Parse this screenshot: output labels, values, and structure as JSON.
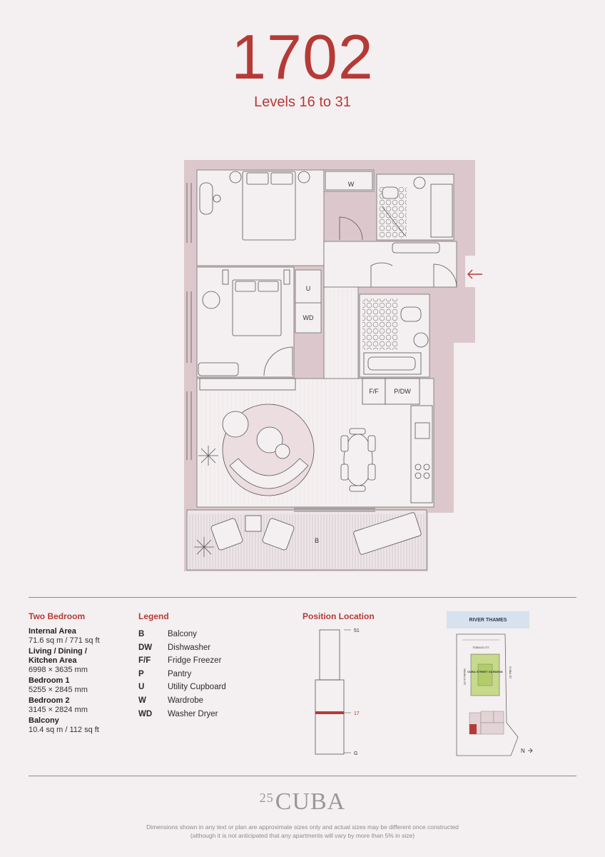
{
  "header": {
    "unit": "1702",
    "levels": "Levels 16 to 31"
  },
  "plan_labels": {
    "wardrobe": "W",
    "utility": "U",
    "washer": "WD",
    "fridge": "F/F",
    "pantry": "P/DW",
    "balcony": "B"
  },
  "spec": {
    "title": "Two Bedroom",
    "items": [
      {
        "label": "Internal Area",
        "value": "71.6 sq m / 771 sq ft"
      },
      {
        "label": "Living / Dining / Kitchen Area",
        "value": "6998 × 3635 mm"
      },
      {
        "label": "Bedroom 1",
        "value": "5255 × 2845 mm"
      },
      {
        "label": "Bedroom 2",
        "value": "3145 × 2824 mm"
      },
      {
        "label": "Balcony",
        "value": "10.4 sq m / 112 sq ft"
      }
    ]
  },
  "legend": {
    "title": "Legend",
    "items": [
      {
        "code": "B",
        "text": "Balcony"
      },
      {
        "code": "DW",
        "text": "Dishwasher"
      },
      {
        "code": "F/F",
        "text": "Fridge Freezer"
      },
      {
        "code": "P",
        "text": "Pantry"
      },
      {
        "code": "U",
        "text": "Utility Cupboard"
      },
      {
        "code": "W",
        "text": "Wardrobe"
      },
      {
        "code": "WD",
        "text": "Washer Dryer"
      }
    ]
  },
  "position": {
    "title": "Position Location",
    "top_level": "51",
    "current_level": "17",
    "ground": "G"
  },
  "map": {
    "river": "RIVER THAMES",
    "street_top": "TOBAGO ST.",
    "street_left": "MANILLA ST.",
    "street_right": "CUBA ST.",
    "garden": "CUBA STREET GARDENS",
    "north": "N"
  },
  "brand": {
    "number": "25",
    "name": "CUBA"
  },
  "disclaimer": [
    "Dimensions shown in any text or plan are approximate sizes only and actual sizes may be different once constructed",
    "(although it is not anticipated that any apartments will vary by more than 5% in size)"
  ],
  "colors": {
    "accent": "#b53a36",
    "wall": "#dcc8cc",
    "background": "#f4eff0"
  }
}
